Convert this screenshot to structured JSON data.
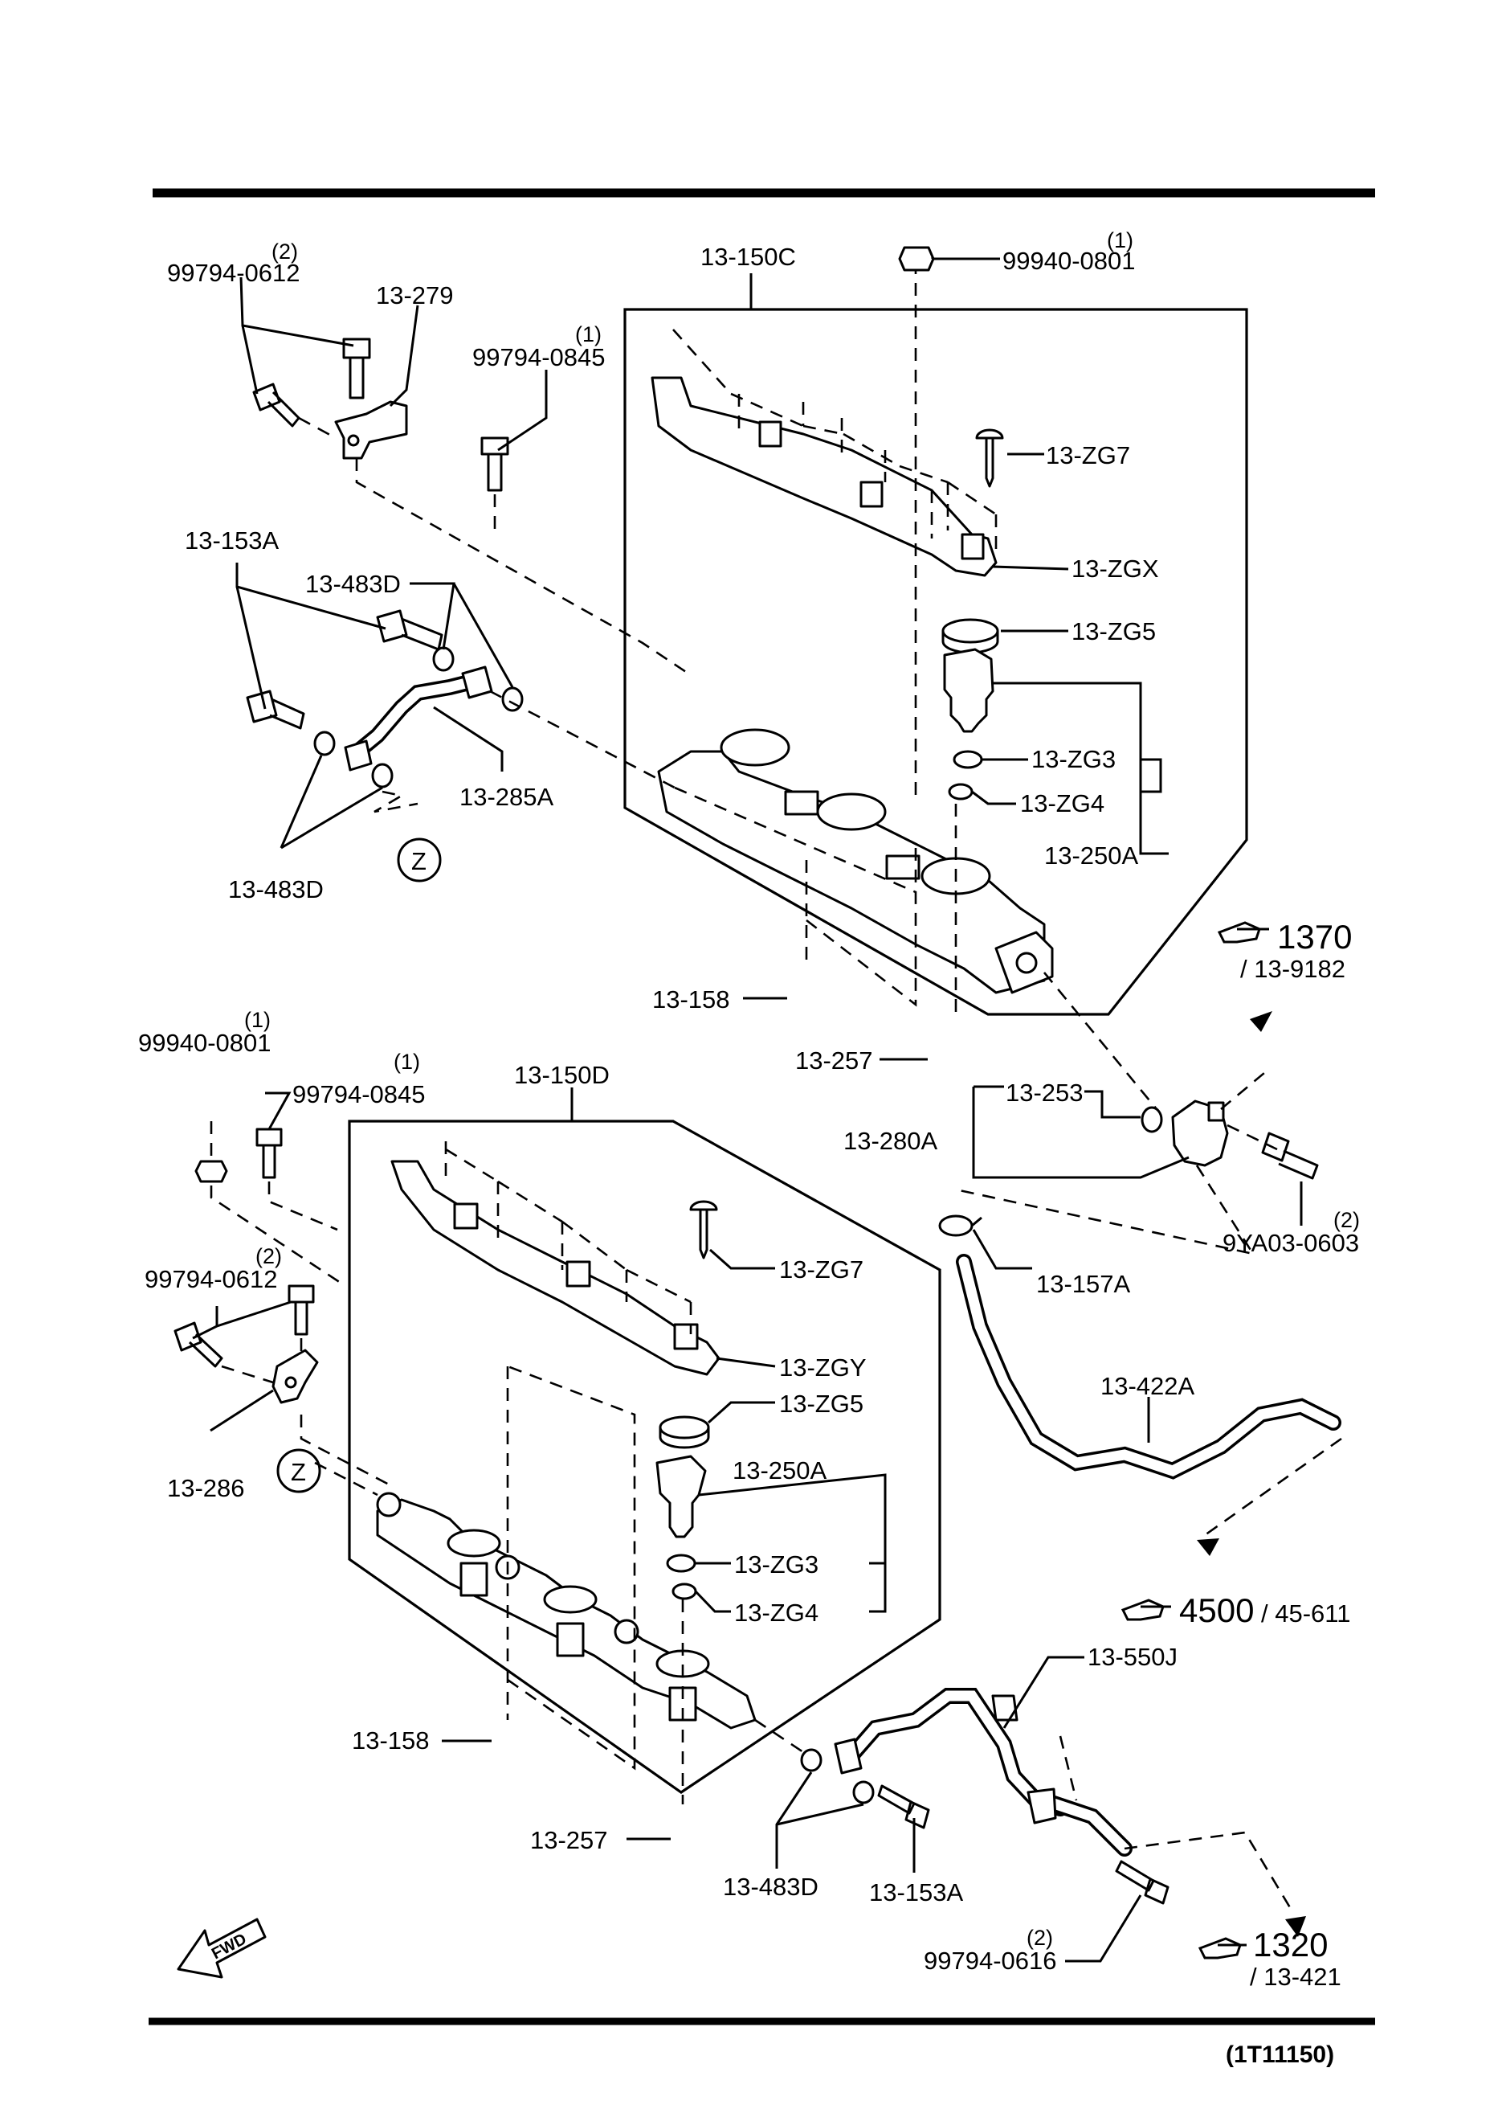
{
  "diagram": {
    "code": "(1T11150)",
    "fwd_label": "FWD",
    "upper": {
      "rail_assembly": "13-150C",
      "bracket": "13-279",
      "bracket_bolt": "99794-0612",
      "bracket_bolt_qty": "(2)",
      "rail_bolt": "99794-0845",
      "rail_bolt_qty": "(1)",
      "nut": "99940-0801",
      "nut_qty": "(1)",
      "screw": "13-ZG7",
      "harness": "13-ZGX",
      "insulator": "13-ZG5",
      "oring_a": "13-ZG3",
      "oring_b": "13-ZG4",
      "injector": "13-250A",
      "banjo_bolt": "13-153A",
      "gasket_top": "13-483D",
      "gasket_bottom": "13-483D",
      "pipe": "13-285A",
      "zone": "Z",
      "spacer": "13-158",
      "washer": "13-257"
    },
    "regulator": {
      "assembly": "13-280A",
      "oring": "13-253",
      "bolt": "9YA03-0603",
      "bolt_qty": "(2)",
      "ref_main": "1370",
      "ref_sub": "/ 13-9182"
    },
    "hose": {
      "clamp": "13-157A",
      "hose": "13-422A",
      "ref_main": "4500",
      "ref_sub": "/ 45-611"
    },
    "lower": {
      "rail_assembly": "13-150D",
      "nut": "99940-0801",
      "nut_qty": "(1)",
      "rail_bolt": "99794-0845",
      "rail_bolt_qty": "(1)",
      "bracket_bolt": "99794-0612",
      "bracket_bolt_qty": "(2)",
      "bracket": "13-286",
      "zone": "Z",
      "screw": "13-ZG7",
      "harness": "13-ZGY",
      "insulator": "13-ZG5",
      "injector": "13-250A",
      "oring_a": "13-ZG3",
      "oring_b": "13-ZG4",
      "spacer": "13-158",
      "washer": "13-257"
    },
    "return_pipe": {
      "pipe": "13-550J",
      "gasket": "13-483D",
      "banjo_bolt": "13-153A",
      "bolt": "99794-0616",
      "bolt_qty": "(2)",
      "ref_main": "1320",
      "ref_sub": "/ 13-421"
    }
  }
}
